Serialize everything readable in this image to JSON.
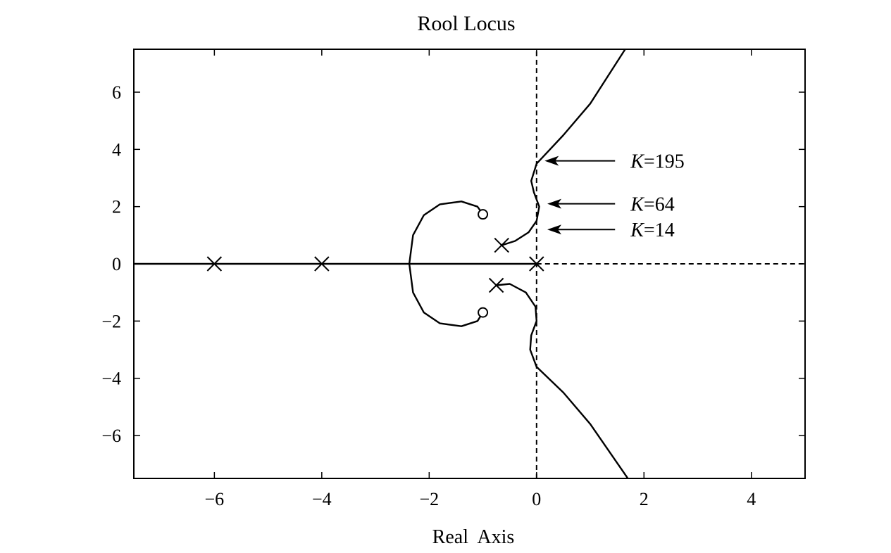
{
  "chart_data": {
    "type": "line",
    "title": "Rool Locus",
    "xlabel": "Real  Axis",
    "ylabel": "",
    "xlim": [
      -7.5,
      5
    ],
    "ylim": [
      -7.5,
      7.5
    ],
    "x_ticks": [
      -6,
      -4,
      -2,
      0,
      2,
      4
    ],
    "y_ticks": [
      -6,
      -4,
      -2,
      0,
      2,
      4,
      6
    ],
    "x_tick_labels": [
      "−6",
      "−4",
      "−2",
      "0",
      "2",
      "4"
    ],
    "y_tick_labels": [
      "−6",
      "−4",
      "−2",
      "0",
      "2",
      "4",
      "6"
    ],
    "grid": false,
    "legend": "none",
    "poles": [
      {
        "re": -6,
        "im": 0
      },
      {
        "re": -4,
        "im": 0
      },
      {
        "re": 0,
        "im": 0
      },
      {
        "re": -0.65,
        "im": 0.65
      },
      {
        "re": -0.75,
        "im": -0.75
      }
    ],
    "zeros": [
      {
        "re": -1,
        "im": 1.73
      },
      {
        "re": -1,
        "im": -1.7
      }
    ],
    "branches": [
      {
        "style": "solid",
        "points": [
          [
            -7.5,
            0
          ],
          [
            -4,
            0
          ]
        ]
      },
      {
        "style": "dashdot",
        "points": [
          [
            -6,
            0
          ],
          [
            -4,
            0
          ]
        ]
      },
      {
        "style": "solid",
        "points": [
          [
            -4,
            0
          ],
          [
            0,
            0
          ]
        ]
      },
      {
        "style": "dashed",
        "points": [
          [
            0,
            0
          ],
          [
            5,
            0
          ]
        ]
      },
      {
        "style": "dashed",
        "points": [
          [
            0,
            -7.5
          ],
          [
            0,
            7.5
          ]
        ]
      },
      {
        "style": "solid",
        "points": [
          [
            -1,
            1.73
          ],
          [
            -1.1,
            2.0
          ],
          [
            -1.4,
            2.18
          ],
          [
            -1.8,
            2.08
          ],
          [
            -2.1,
            1.7
          ],
          [
            -2.3,
            1.0
          ],
          [
            -2.37,
            0
          ]
        ]
      },
      {
        "style": "solid",
        "points": [
          [
            -1,
            -1.7
          ],
          [
            -1.1,
            -2.0
          ],
          [
            -1.4,
            -2.18
          ],
          [
            -1.8,
            -2.08
          ],
          [
            -2.1,
            -1.7
          ],
          [
            -2.3,
            -1.0
          ],
          [
            -2.37,
            0
          ]
        ]
      },
      {
        "style": "solid",
        "points": [
          [
            -0.65,
            0.65
          ],
          [
            -0.4,
            0.8
          ],
          [
            -0.15,
            1.1
          ],
          [
            0.0,
            1.5
          ],
          [
            0.05,
            2.0
          ],
          [
            -0.05,
            2.5
          ],
          [
            -0.1,
            2.9
          ],
          [
            0.0,
            3.5
          ],
          [
            0.5,
            4.5
          ],
          [
            1.0,
            5.6
          ],
          [
            1.65,
            7.5
          ]
        ]
      },
      {
        "style": "solid",
        "points": [
          [
            -0.75,
            -0.75
          ],
          [
            -0.5,
            -0.7
          ],
          [
            -0.2,
            -1.0
          ],
          [
            -0.02,
            -1.5
          ],
          [
            0.0,
            -2.0
          ],
          [
            -0.1,
            -2.5
          ],
          [
            -0.12,
            -3.0
          ],
          [
            0.0,
            -3.6
          ],
          [
            0.5,
            -4.5
          ],
          [
            1.0,
            -5.6
          ],
          [
            1.7,
            -7.5
          ]
        ]
      }
    ],
    "annotations": [
      {
        "k": "K",
        "text": "=195",
        "x": 1.75,
        "y": 3.65,
        "arrow_to": [
          0.15,
          3.6
        ]
      },
      {
        "k": "K",
        "text": "=64",
        "x": 1.75,
        "y": 2.1,
        "arrow_to": [
          0.2,
          2.1
        ]
      },
      {
        "k": "K",
        "text": "=14",
        "x": 1.75,
        "y": 1.2,
        "arrow_to": [
          0.2,
          1.2
        ]
      }
    ]
  }
}
